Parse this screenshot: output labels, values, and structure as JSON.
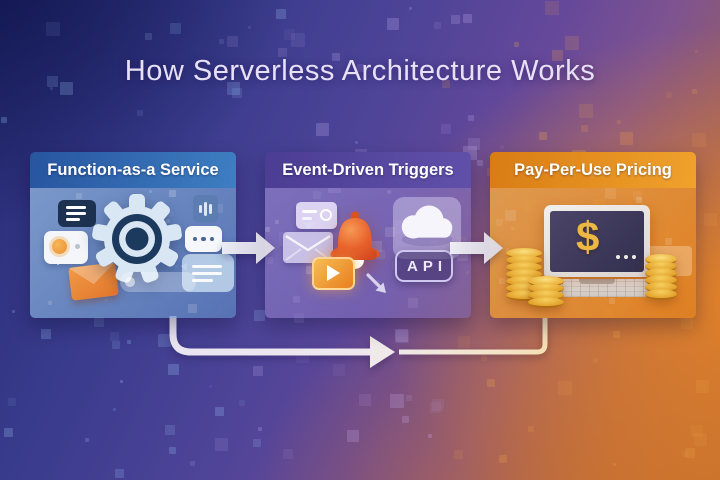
{
  "title": "How Serverless Architecture Works",
  "panels": [
    {
      "id": "faas",
      "title": "Function-as-a Service",
      "header_color": "#2f63b1",
      "icons": [
        "chat-lines-bubble",
        "photo-message-bubble",
        "envelope",
        "gear",
        "audio-clip",
        "typing-dots-bubble",
        "text-lines-bubble",
        "search-pill"
      ]
    },
    {
      "id": "event-triggers",
      "title": "Event-Driven Triggers",
      "header_color": "#55469d",
      "api_badge_label": "API",
      "icons": [
        "notification-card",
        "envelope",
        "bell",
        "play-button",
        "cursor-arrow",
        "cloud",
        "api-badge"
      ]
    },
    {
      "id": "pay-per-use",
      "title": "Pay-Per-Use Pricing",
      "header_color": "#e18b1e",
      "screen_symbol": "$",
      "icons": [
        "laptop",
        "dollar-sign",
        "ellipsis-dots",
        "coin-stacks"
      ]
    }
  ],
  "connectors": {
    "arrow_1": "right-arrow",
    "arrow_2": "right-arrow",
    "loop": "bottom-loop-arrow"
  }
}
